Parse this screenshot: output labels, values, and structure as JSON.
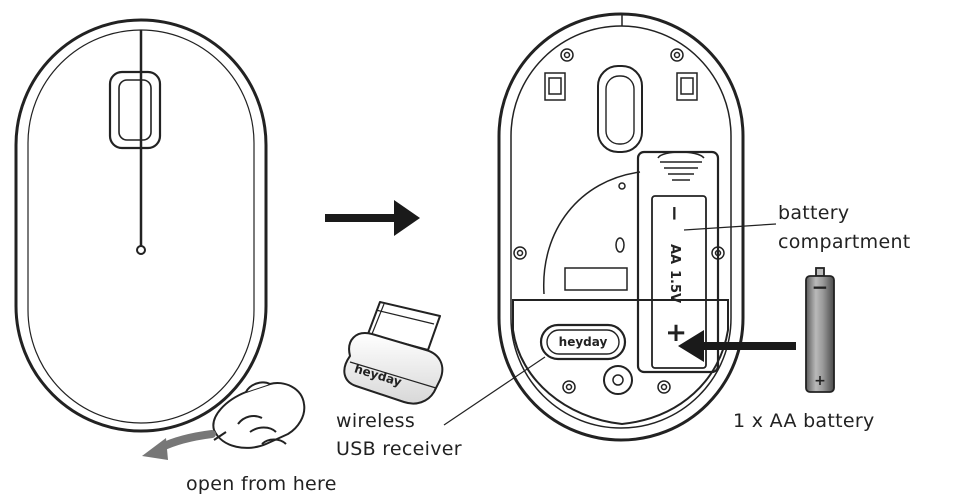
{
  "labels": {
    "battery_compartment_line1": "battery",
    "battery_compartment_line2": "compartment",
    "usb_receiver_line1": "wireless",
    "usb_receiver_line2": "USB receiver",
    "battery": "1 x AA battery",
    "open_hint": "open from here"
  },
  "brand": {
    "receiver_brand": "heyday",
    "mouse_brand": "heyday"
  },
  "compartment_markings": {
    "size": "AA",
    "voltage": "1.5V",
    "plus": "+",
    "minus": "−"
  },
  "battery_markings": {
    "minus": "−",
    "plus": "+"
  },
  "colors": {
    "line": "#222222",
    "battery_body": "#8a8a8a",
    "arrow": "#1a1a1a"
  },
  "icons": [
    "mouse-top-view",
    "mouse-bottom-view",
    "usb-receiver-icon",
    "aa-battery-icon",
    "hand-icon",
    "arrow-right-icon",
    "arrow-left-icon",
    "curved-arrow-icon"
  ]
}
